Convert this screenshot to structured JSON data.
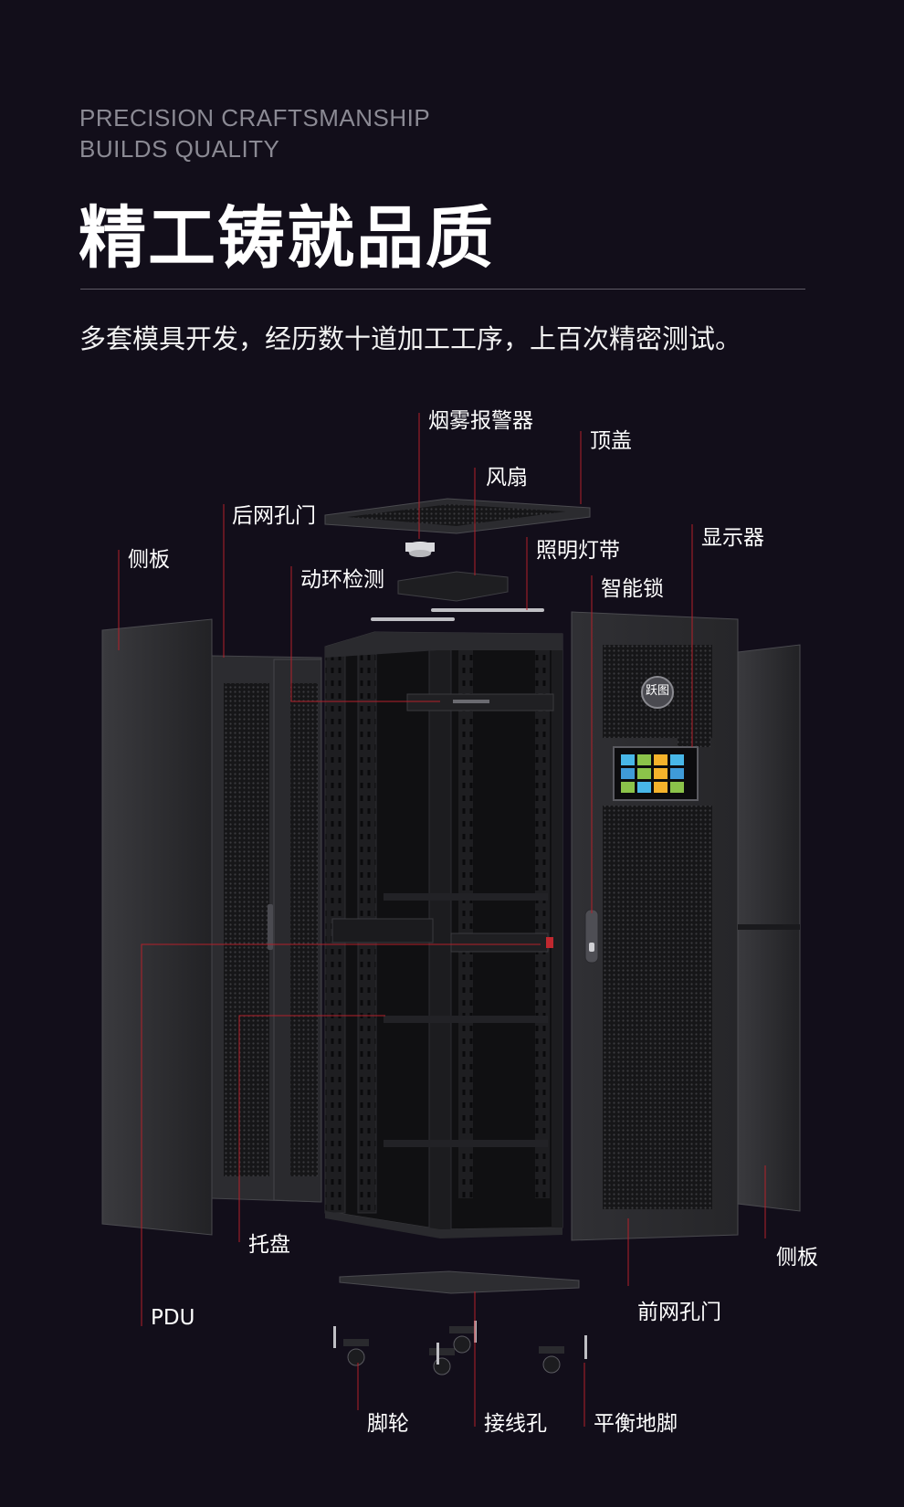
{
  "header": {
    "eyebrow_line1": "PRECISION CRAFTSMANSHIP",
    "eyebrow_line2": "BUILDS QUALITY",
    "title": "精工铸就品质",
    "subtitle": "多套模具开发，经历数十道加工工序，上百次精密测试。"
  },
  "product": {
    "logo_text": "跃图",
    "screen_tile_colors": [
      "#48b7e8",
      "#8bc34a",
      "#f5b32b",
      "#48b7e8",
      "#3f9bd8",
      "#8bc34a",
      "#f5b32b",
      "#3f9bd8",
      "#8bc34a",
      "#48b7e8",
      "#f5b32b",
      "#8bc34a"
    ]
  },
  "callouts": {
    "smoke_alarm": "烟雾报警器",
    "top_cover": "顶盖",
    "fan": "风扇",
    "rear_mesh_door": "后网孔门",
    "side_panel_left": "侧板",
    "light_strip": "照明灯带",
    "display": "显示器",
    "env_monitor": "动环检测",
    "smart_lock": "智能锁",
    "tray": "托盘",
    "side_panel_right": "侧板",
    "pdu": "PDU",
    "front_mesh_door": "前网孔门",
    "casters": "脚轮",
    "cable_hole": "接线孔",
    "leveling_feet": "平衡地脚"
  },
  "colors": {
    "background": "#120e1a",
    "leader_line": "#b3202a",
    "panel_dark": "#2a2a2e"
  }
}
